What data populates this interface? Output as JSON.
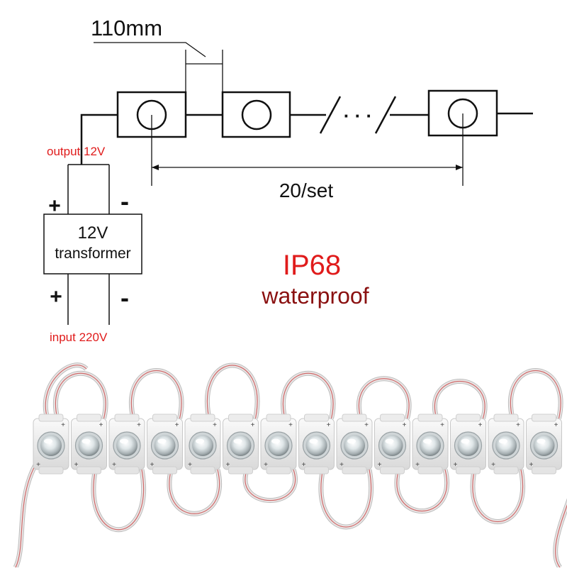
{
  "diagram": {
    "spacing_label": "110mm",
    "ellipsis": "· · ·",
    "count_label": "20/set",
    "output_label": "output 12V",
    "input_label": "input 220V",
    "transformer_line1": "12V",
    "transformer_line2": "transformer",
    "plus_sign": "+",
    "minus_sign": "-",
    "rating_label": "IP68",
    "rating_sub_label": "waterproof"
  },
  "photo": {
    "module_count": 14,
    "module_color": "#f3f3f3",
    "wire_color": "#e9e6e6",
    "wire_stripe_color": "#d06b6b"
  },
  "colors": {
    "line": "#111111",
    "red_text": "#e01b1b",
    "rating": "#e01b1b",
    "rating_sub": "#8a1010"
  }
}
